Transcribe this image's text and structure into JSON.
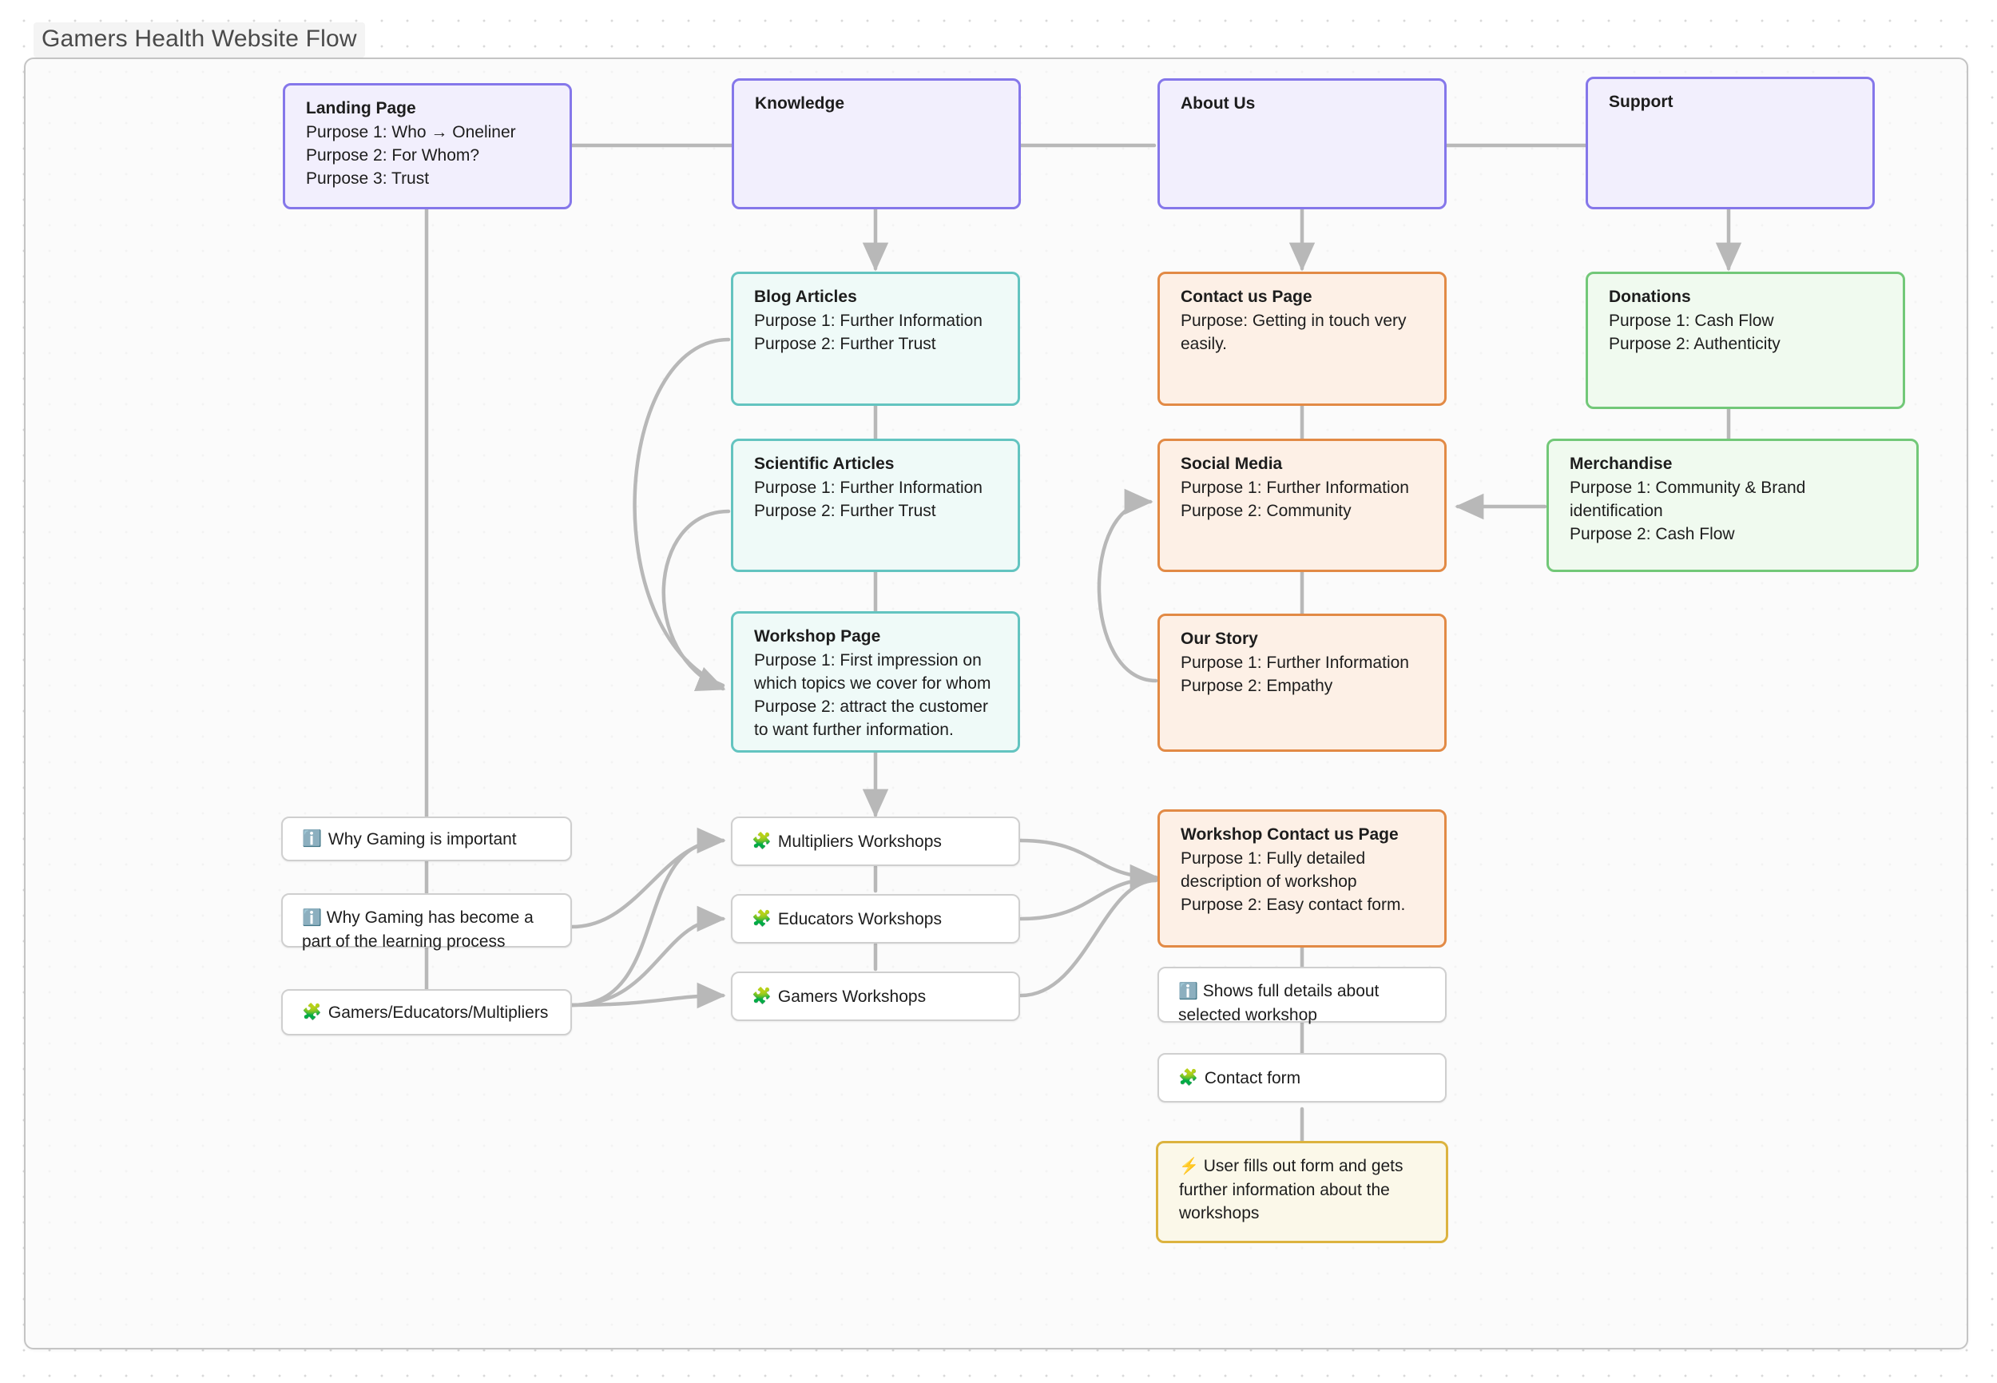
{
  "board": {
    "title": "Gamers Health Website Flow"
  },
  "palette": {
    "purple_border": "#8577ea",
    "purple_fill": "#f2effd",
    "teal_border": "#63c4c0",
    "teal_fill": "#effaf8",
    "orange_border": "#e28a45",
    "orange_fill": "#fdf0e6",
    "green_border": "#72c878",
    "green_fill": "#f0faef",
    "yellow_border": "#dcb33f",
    "yellow_fill": "#fbf8e9",
    "edge": "#b8b8b8",
    "frame_border": "#c4c4c4"
  },
  "nodes": {
    "landing_page": {
      "title": "Landing Page",
      "line1": "Purpose 1: Who → Oneliner",
      "line2": "Purpose 2: For Whom?",
      "line3": "Purpose 3: Trust"
    },
    "knowledge": {
      "title": "Knowledge"
    },
    "about_us": {
      "title": "About Us"
    },
    "support": {
      "title": "Support"
    },
    "blog_articles": {
      "title": "Blog Articles",
      "line1": "Purpose 1: Further Information",
      "line2": "Purpose 2: Further Trust"
    },
    "contact_us_page": {
      "title": "Contact us Page",
      "line1": "Purpose: Getting in touch very",
      "line2": "easily."
    },
    "donations": {
      "title": "Donations",
      "line1": "Purpose 1: Cash Flow",
      "line2": "Purpose 2: Authenticity"
    },
    "scientific_articles": {
      "title": "Scientific Articles",
      "line1": "Purpose 1: Further Information",
      "line2": "Purpose 2: Further Trust"
    },
    "social_media": {
      "title": "Social Media",
      "line1": "Purpose 1: Further Information",
      "line2": "Purpose 2: Community"
    },
    "merchandise": {
      "title": "Merchandise",
      "line1": "Purpose 1: Community & Brand identification",
      "line2": "Purpose 2: Cash Flow"
    },
    "workshop_page": {
      "title": "Workshop Page",
      "line1": "Purpose 1: First impression on",
      "line2": "which topics we cover for whom",
      "line3": "Purpose 2: attract the customer",
      "line4": "to want further information."
    },
    "our_story": {
      "title": "Our Story",
      "line1": "Purpose 1: Further Information",
      "line2": "Purpose 2: Empathy"
    },
    "why_gaming_important": {
      "icon": "information-emoji",
      "icon_glyph": "ℹ️",
      "line1": "Why Gaming is important"
    },
    "why_gaming_learning": {
      "icon": "information-emoji",
      "icon_glyph": "ℹ️",
      "line1": "Why Gaming has become a",
      "line2": "part of the learning process"
    },
    "audience_groups": {
      "icon": "puzzle-piece-emoji",
      "icon_glyph": "🧩",
      "line1": "Gamers/Educators/Multipliers"
    },
    "multipliers_workshops": {
      "icon": "puzzle-piece-emoji",
      "icon_glyph": "🧩",
      "line1": "Multipliers Workshops"
    },
    "educators_workshops": {
      "icon": "puzzle-piece-emoji",
      "icon_glyph": "🧩",
      "line1": "Educators Workshops"
    },
    "gamers_workshops": {
      "icon": "puzzle-piece-emoji",
      "icon_glyph": "🧩",
      "line1": "Gamers Workshops"
    },
    "workshop_contact_us_page": {
      "title": "Workshop Contact us Page",
      "line1": "Purpose 1: Fully detailed",
      "line2": "description of workshop",
      "line3": "Purpose 2: Easy contact form."
    },
    "shows_full_details": {
      "icon": "information-emoji",
      "icon_glyph": "ℹ️",
      "line1": "Shows full details about",
      "line2": "selected workshop"
    },
    "contact_form": {
      "icon": "puzzle-piece-emoji",
      "icon_glyph": "🧩",
      "line1": "Contact form"
    },
    "user_fills_form": {
      "icon": "lightning-bolt-emoji",
      "icon_glyph": "⚡",
      "line1": "User fills out form and gets",
      "line2": "further information about the",
      "line3": "workshops"
    }
  }
}
